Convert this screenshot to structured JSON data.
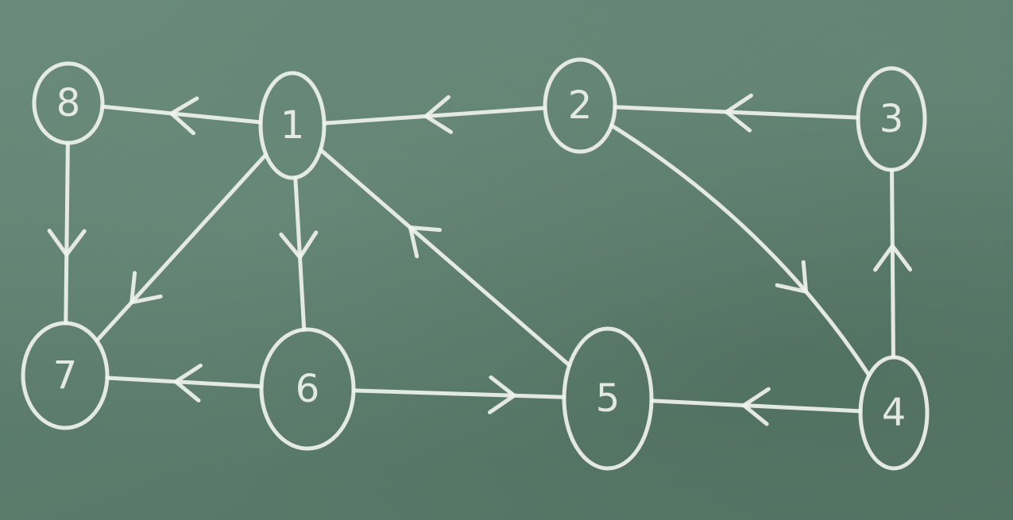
{
  "diagram": {
    "type": "directed-graph",
    "medium": "chalkboard",
    "colors": {
      "board": "#5d7f6e",
      "chalk": "#eef2ec"
    },
    "nodes": [
      {
        "id": "1",
        "label": "1"
      },
      {
        "id": "2",
        "label": "2"
      },
      {
        "id": "3",
        "label": "3"
      },
      {
        "id": "4",
        "label": "4"
      },
      {
        "id": "5",
        "label": "5"
      },
      {
        "id": "6",
        "label": "6"
      },
      {
        "id": "7",
        "label": "7"
      },
      {
        "id": "8",
        "label": "8"
      }
    ],
    "edges": [
      {
        "from": "1",
        "to": "8"
      },
      {
        "from": "2",
        "to": "1"
      },
      {
        "from": "3",
        "to": "2"
      },
      {
        "from": "8",
        "to": "7"
      },
      {
        "from": "1",
        "to": "7"
      },
      {
        "from": "1",
        "to": "6"
      },
      {
        "from": "5",
        "to": "1"
      },
      {
        "from": "2",
        "to": "4"
      },
      {
        "from": "4",
        "to": "3"
      },
      {
        "from": "6",
        "to": "7"
      },
      {
        "from": "6",
        "to": "5"
      },
      {
        "from": "4",
        "to": "5"
      }
    ]
  }
}
